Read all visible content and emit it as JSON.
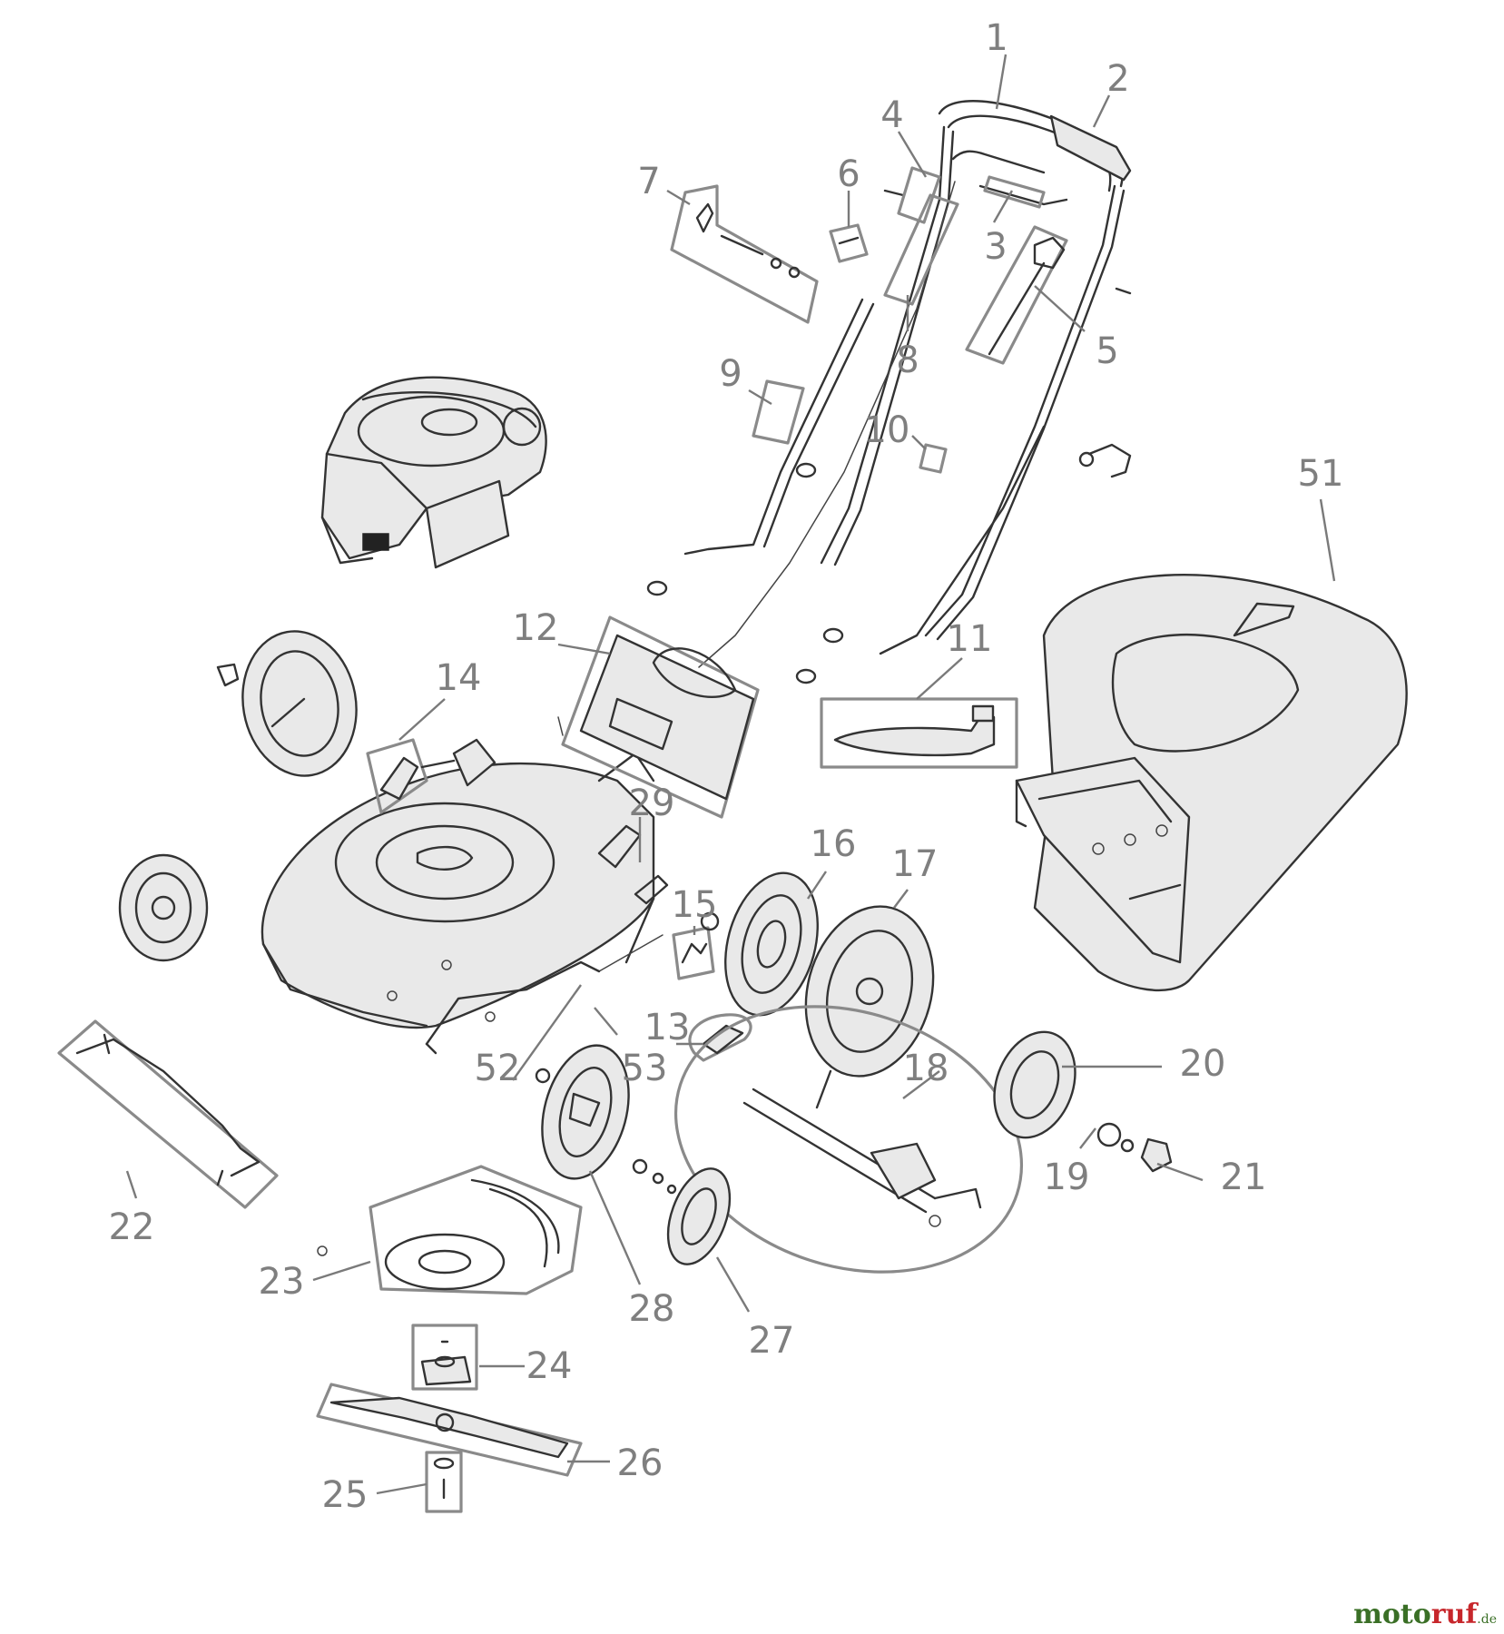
{
  "diagram": {
    "callouts": [
      "1",
      "2",
      "3",
      "4",
      "5",
      "6",
      "7",
      "8",
      "9",
      "10",
      "11",
      "12",
      "13",
      "14",
      "15",
      "16",
      "17",
      "18",
      "19",
      "20",
      "21",
      "22",
      "23",
      "24",
      "25",
      "26",
      "27",
      "28",
      "29",
      "51",
      "52",
      "53"
    ]
  },
  "watermark": {
    "brand_part1": "moto",
    "brand_part2": "ruf",
    "brand_suffix": ".de"
  },
  "colors": {
    "callout": "#7f7f7f",
    "box": "#8a8a8a",
    "line": "#333333",
    "brand_green": "#3a6f26",
    "brand_red": "#c7262b"
  }
}
